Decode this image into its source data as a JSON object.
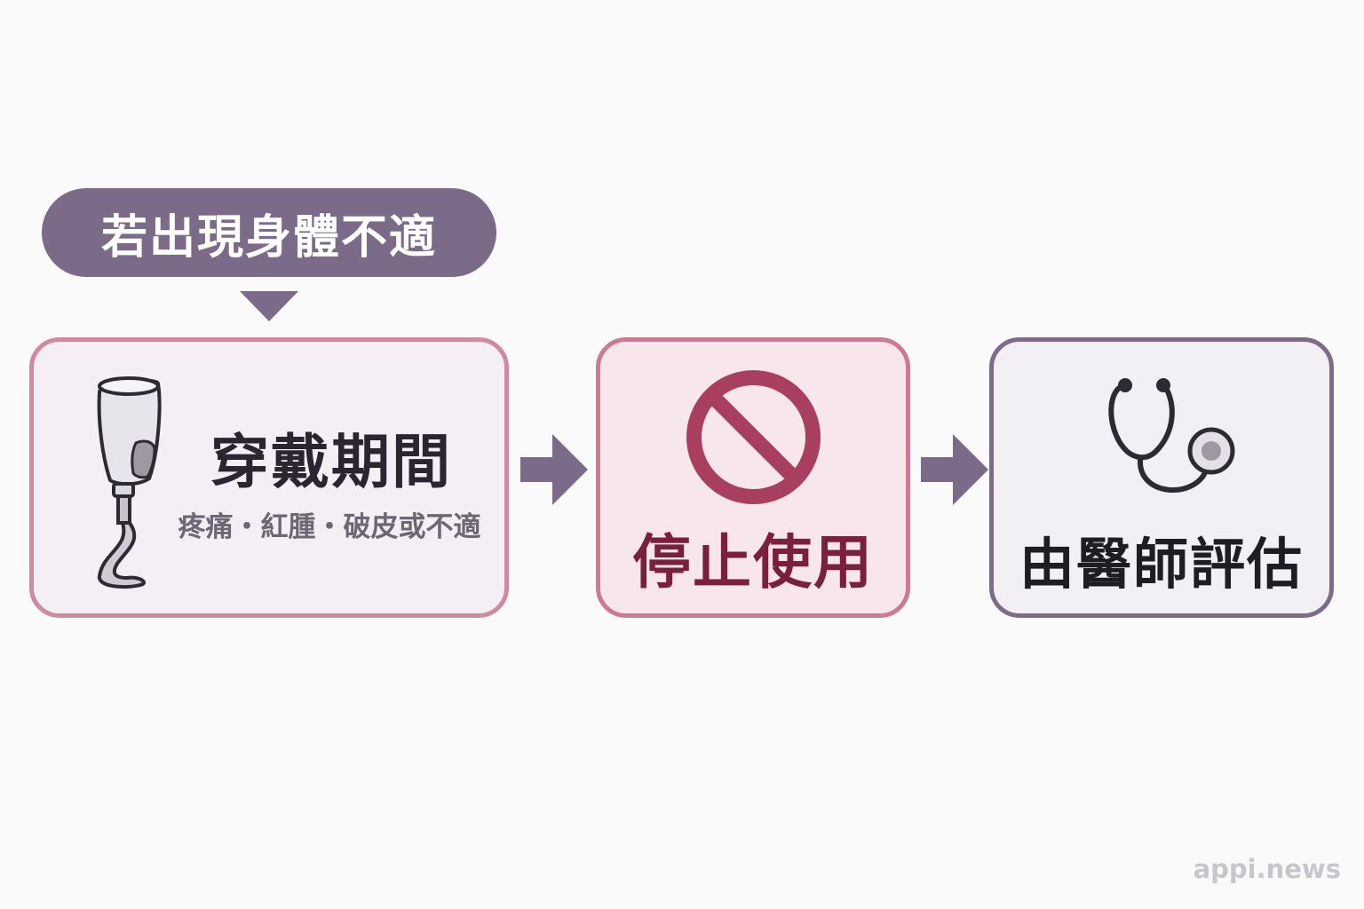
{
  "condition": {
    "label": "若出現身體不適"
  },
  "steps": [
    {
      "title": "穿戴期間",
      "subtitle": "疼痛・紅腫・破皮或不適",
      "icon": "prosthetic-leg-icon"
    },
    {
      "title": "停止使用",
      "icon": "prohibited-icon"
    },
    {
      "title": "由醫師評估",
      "icon": "stethoscope-icon"
    }
  ],
  "watermark": "appi.news",
  "colors": {
    "pill": "#7c6b88",
    "arrow": "#7c6b88",
    "stop_accent": "#a83f5f",
    "stop_text": "#7a1f3c",
    "box_border_pink": "#cf8a9e",
    "box_border_purple": "#7e6a8a"
  }
}
